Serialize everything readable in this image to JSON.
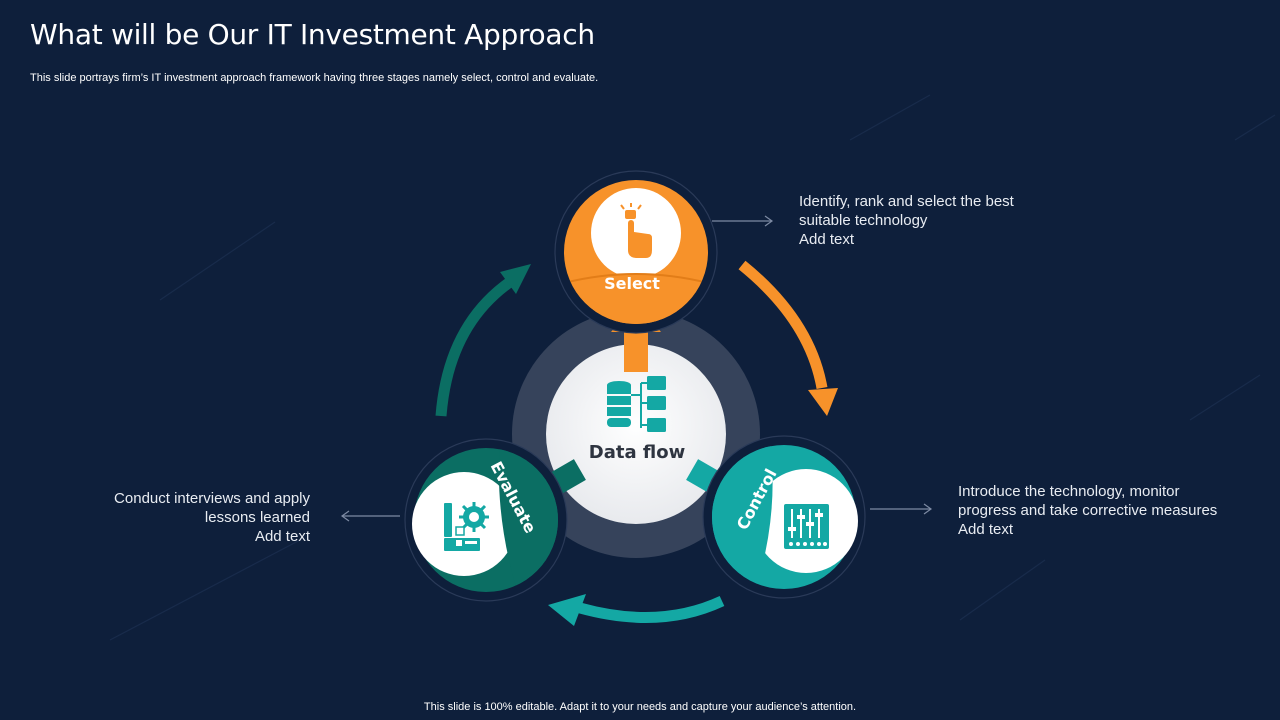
{
  "slide": {
    "title": "What will be Our IT Investment Approach",
    "subtitle": "This slide portrays firm’s IT investment approach framework having three stages namely select, control and evaluate.",
    "footer": "This slide is 100% editable. Adapt it to your needs and capture your audience’s attention."
  },
  "diagram": {
    "center_label": "Data flow",
    "stages": [
      {
        "label": "Select",
        "icon": "pointer-hand-icon",
        "color": "#f7922a",
        "lines": [
          "Identify,  rank and select the best",
          "suitable technology",
          "Add text"
        ]
      },
      {
        "label": "Control",
        "icon": "mixer-sliders-icon",
        "color": "#14a8a4",
        "lines": [
          "Introduce  the technology,  monitor",
          "progress and take corrective measures",
          "Add text"
        ]
      },
      {
        "label": "Evaluate",
        "icon": "gear-checklist-icon",
        "color": "#0b6e63",
        "lines": [
          "Conduct interviews and apply",
          "lessons learned",
          "Add text"
        ]
      }
    ]
  },
  "colors": {
    "background": "#0e1f3b",
    "orange": "#f7922a",
    "teal": "#14a8a4",
    "dark_teal": "#0b6e63"
  }
}
